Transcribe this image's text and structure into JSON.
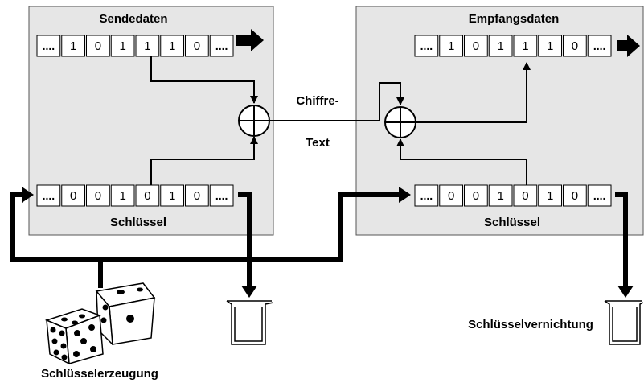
{
  "sender": {
    "title": "Sendedaten",
    "data_register": [
      "....",
      "1",
      "0",
      "1",
      "1",
      "1",
      "0",
      "...."
    ],
    "key_register": [
      "....",
      "0",
      "0",
      "1",
      "0",
      "1",
      "0",
      "...."
    ],
    "key_label": "Schlüssel"
  },
  "receiver": {
    "title": "Empfangsdaten",
    "data_register": [
      "....",
      "1",
      "0",
      "1",
      "1",
      "1",
      "0",
      "...."
    ],
    "key_register": [
      "....",
      "0",
      "0",
      "1",
      "0",
      "1",
      "0",
      "...."
    ],
    "key_label": "Schlüssel"
  },
  "cipher_label_line1": "Chiffre-",
  "cipher_label_line2": "Text",
  "key_generation_label": "Schlüsselerzeugung",
  "key_destruction_label": "Schlüsselvernichtung",
  "colors": {
    "panel": "#e6e6e6",
    "line": "#000000",
    "cell": "#ffffff"
  }
}
